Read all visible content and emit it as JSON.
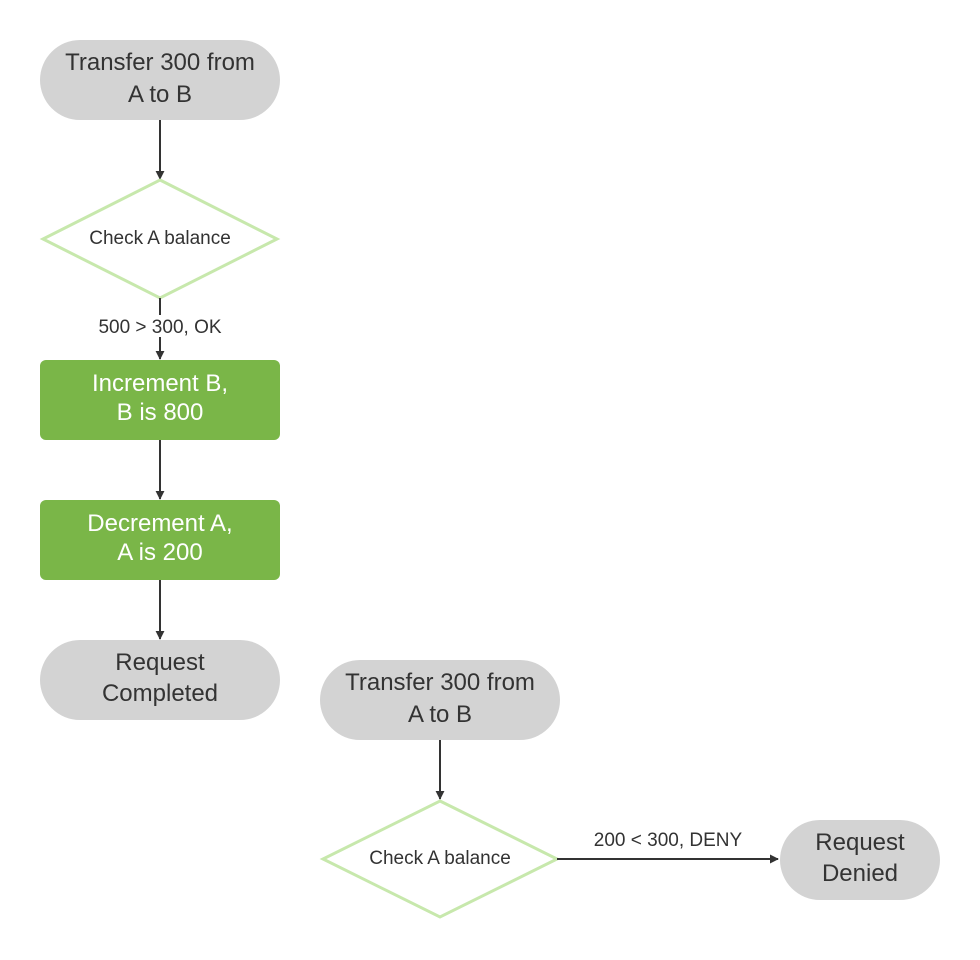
{
  "colors": {
    "terminal_fill": "#d3d3d3",
    "process_fill": "#7ab648",
    "decision_stroke": "#c7e8ac",
    "arrow": "#333333",
    "text_dark": "#333333",
    "text_light": "#ffffff"
  },
  "flow_completed": {
    "start": {
      "line1": "Transfer 300 from",
      "line2": "A to B"
    },
    "decision": {
      "label": "Check A balance"
    },
    "decision_edge_label": "500 > 300, OK",
    "step1": {
      "line1": "Increment B,",
      "line2": "B is 800"
    },
    "step2": {
      "line1": "Decrement A,",
      "line2": "A is 200"
    },
    "end": {
      "line1": "Request",
      "line2": "Completed"
    }
  },
  "flow_denied": {
    "start": {
      "line1": "Transfer 300 from",
      "line2": "A to B"
    },
    "decision": {
      "label": "Check A balance"
    },
    "decision_edge_label": "200 < 300, DENY",
    "end": {
      "line1": "Request",
      "line2": "Denied"
    }
  }
}
